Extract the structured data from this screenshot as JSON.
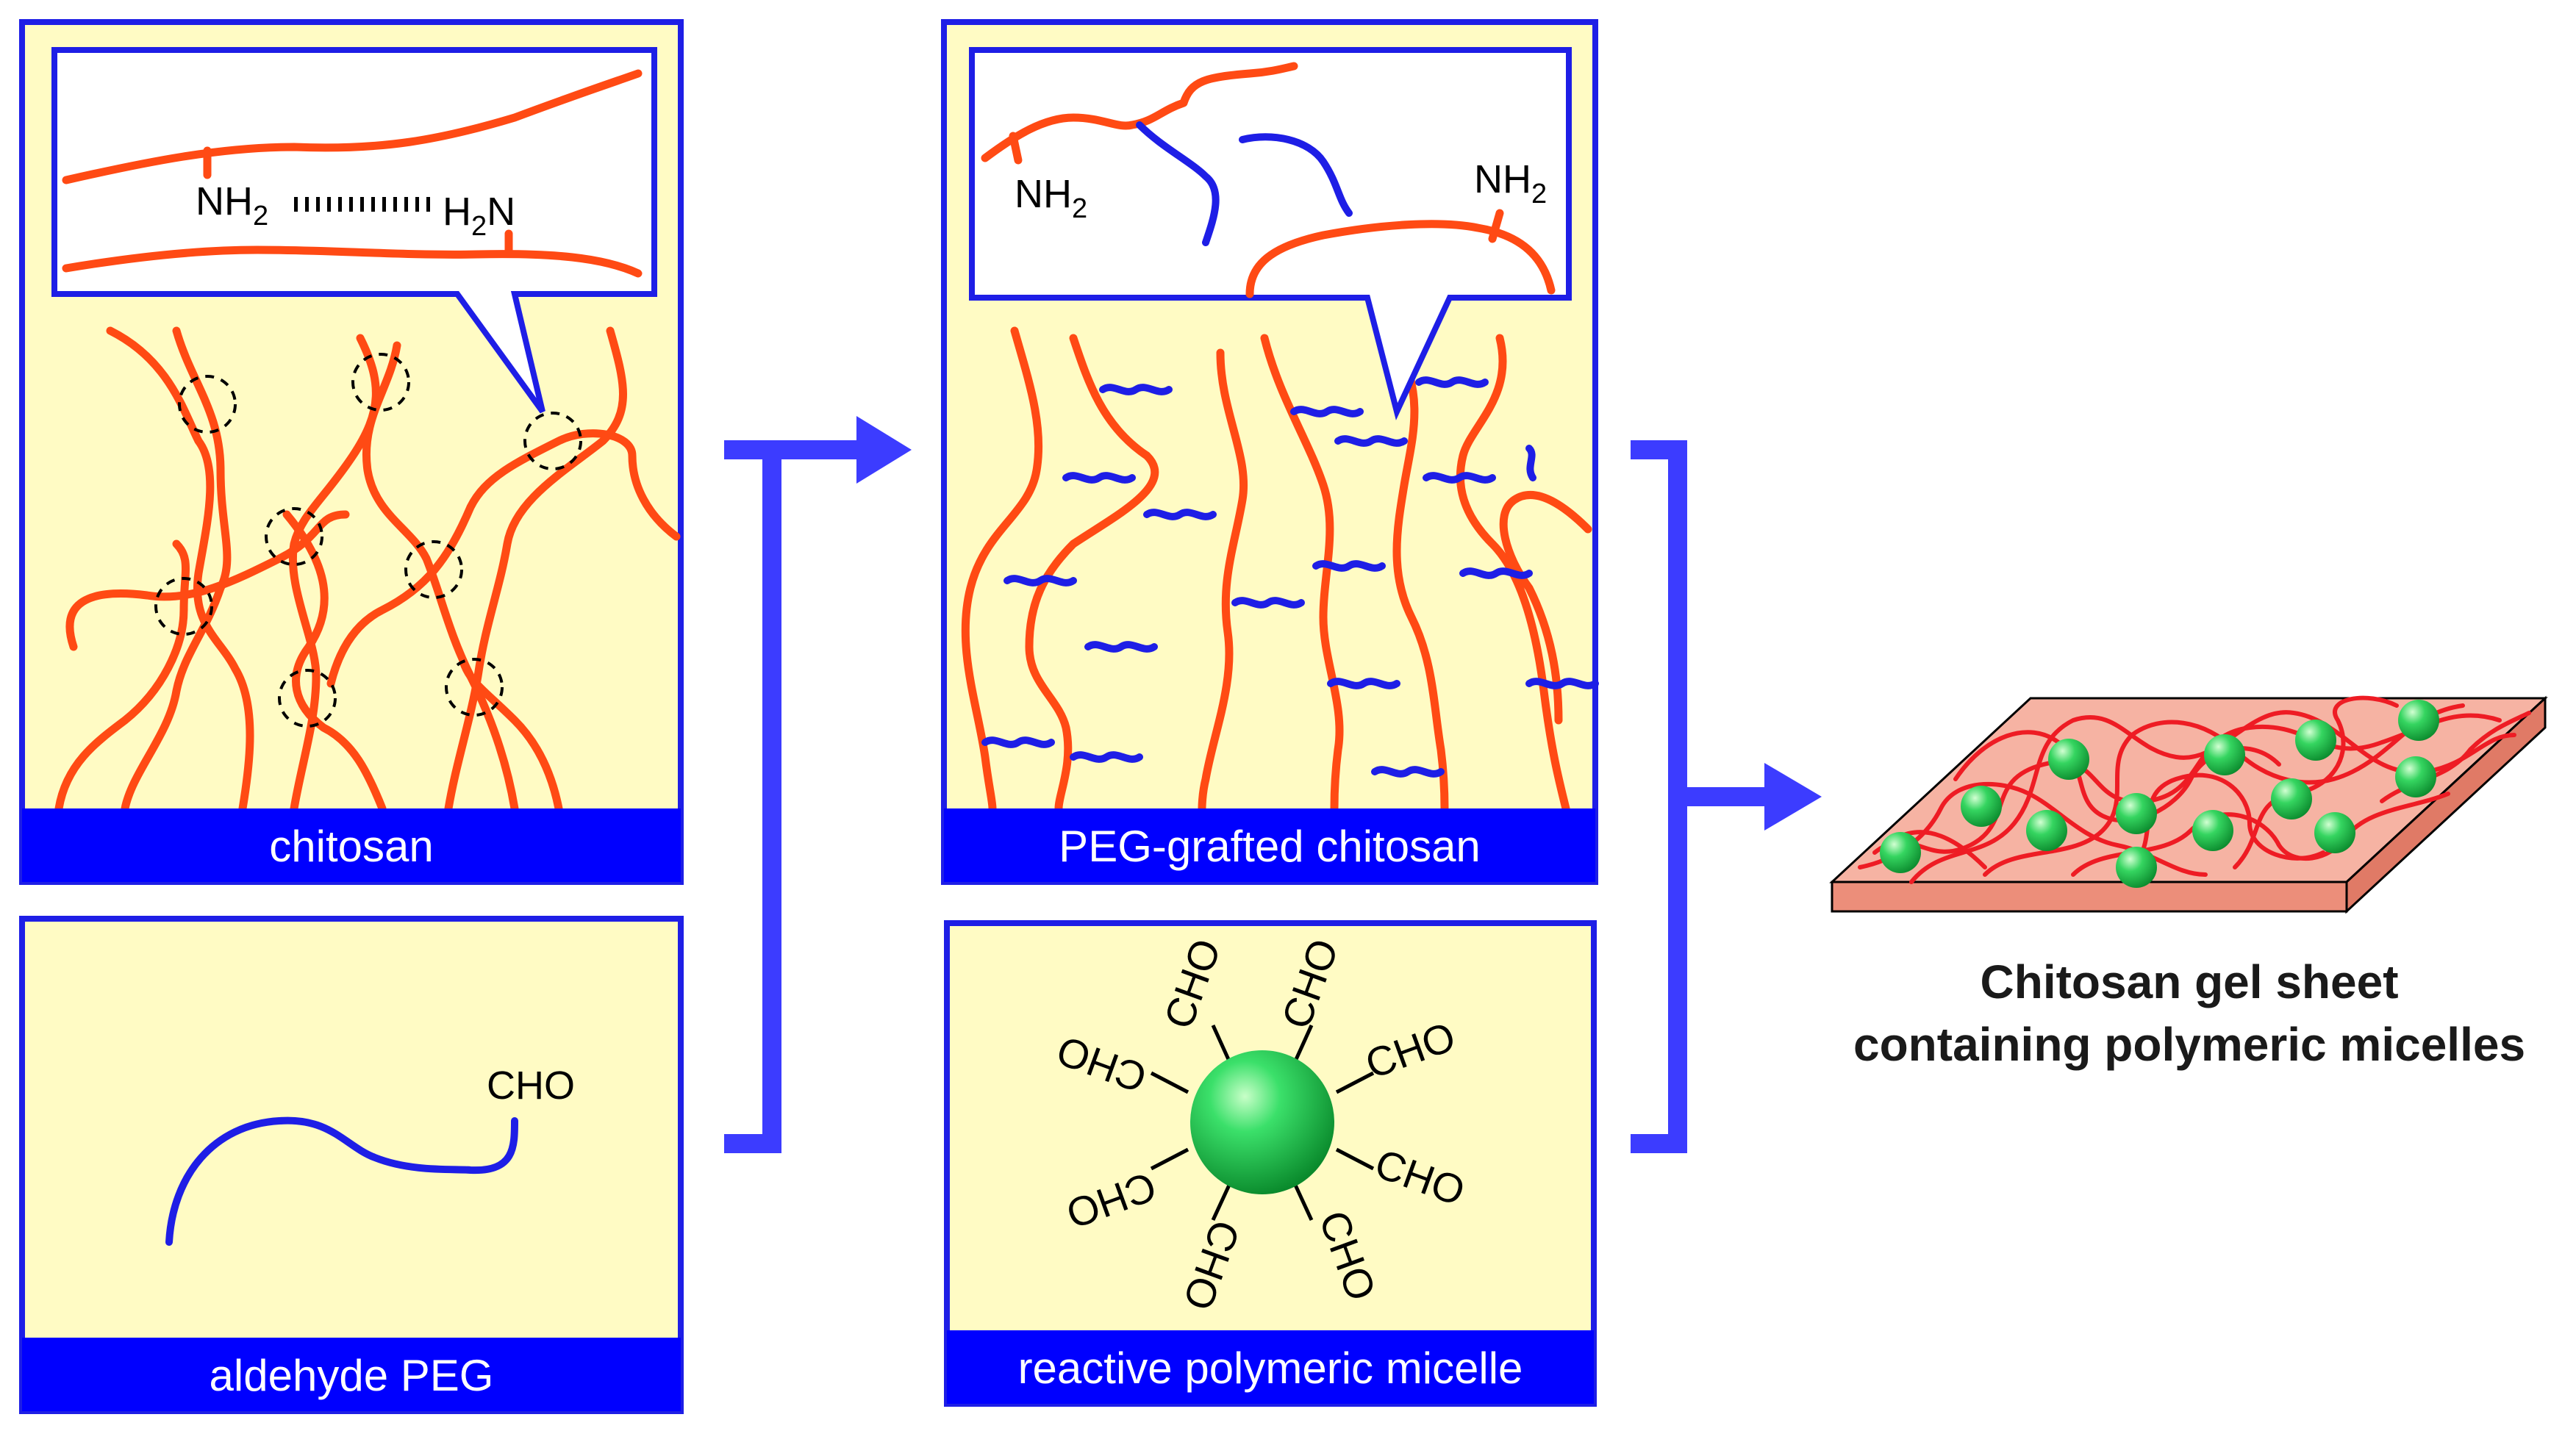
{
  "panels": {
    "chitosan": {
      "label": "chitosan",
      "amine_left": "NH",
      "amine_left_sub": "2",
      "amine_right_prefix": "H",
      "amine_right_sub": "2",
      "amine_right_suffix": "N"
    },
    "aldehyde_peg": {
      "label": "aldehyde PEG",
      "end_group": "CHO"
    },
    "peg_grafted": {
      "label": "PEG-grafted chitosan",
      "amine_1": "NH",
      "amine_1_sub": "2",
      "amine_2": "NH",
      "amine_2_sub": "2"
    },
    "micelle": {
      "label": "reactive polymeric micelle",
      "end_groups": [
        "CHO",
        "CHO",
        "CHO",
        "CHO",
        "CHO",
        "CHO",
        "CHO",
        "CHO"
      ]
    }
  },
  "product": {
    "title_line1": "Chitosan gel sheet",
    "title_line2": "containing polymeric micelles"
  },
  "colors": {
    "frame_blue": "#1e1ee6",
    "panel_fill": "#fffbc4",
    "chitosan_red": "#ff4a14",
    "peg_blue": "#1e1ee6",
    "arrow_blue": "#3c3cff",
    "micelle_green": "#22c84a",
    "sheet_pink": "#f6b3a3"
  }
}
